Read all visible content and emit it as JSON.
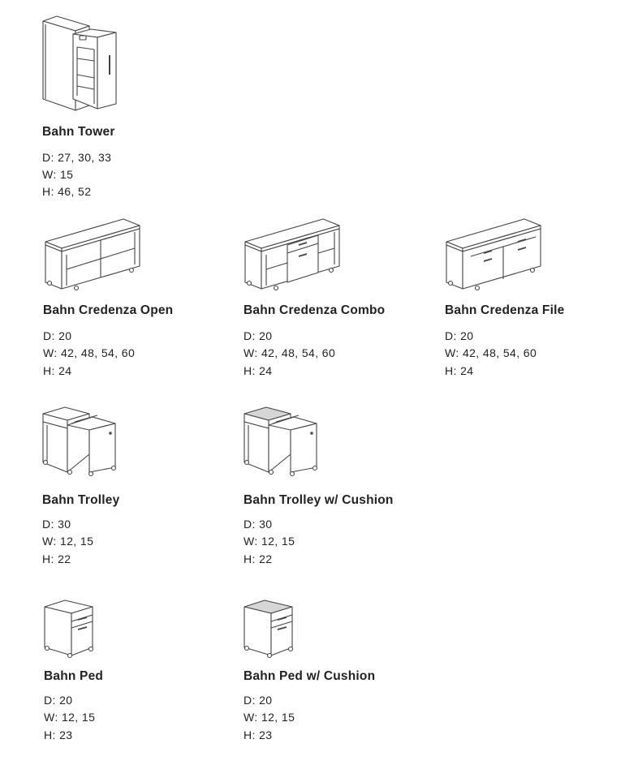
{
  "products": [
    {
      "id": "tower",
      "name": "Bahn Tower",
      "depth": "D: 27, 30, 33",
      "width": "W: 15",
      "height": "H: 46, 52"
    },
    {
      "id": "credenza-open",
      "name": "Bahn Credenza Open",
      "depth": "D: 20",
      "width": "W: 42, 48, 54, 60",
      "height": "H: 24"
    },
    {
      "id": "credenza-combo",
      "name": "Bahn Credenza Combo",
      "depth": "D: 20",
      "width": "W: 42, 48, 54, 60",
      "height": "H: 24"
    },
    {
      "id": "credenza-file",
      "name": "Bahn Credenza File",
      "depth": "D: 20",
      "width": "W: 42, 48, 54, 60",
      "height": "H: 24"
    },
    {
      "id": "trolley",
      "name": "Bahn Trolley",
      "depth": "D: 30",
      "width": "W: 12, 15",
      "height": "H: 22"
    },
    {
      "id": "trolley-cushion",
      "name": "Bahn Trolley w/ Cushion",
      "depth": "D: 30",
      "width": "W: 12, 15",
      "height": "H: 22"
    },
    {
      "id": "ped",
      "name": "Bahn Ped",
      "depth": "D: 20",
      "width": "W: 12, 15",
      "height": "H: 23"
    },
    {
      "id": "ped-cushion",
      "name": "Bahn Ped w/ Cushion",
      "depth": "D: 20",
      "width": "W: 12, 15",
      "height": "H: 23"
    }
  ]
}
